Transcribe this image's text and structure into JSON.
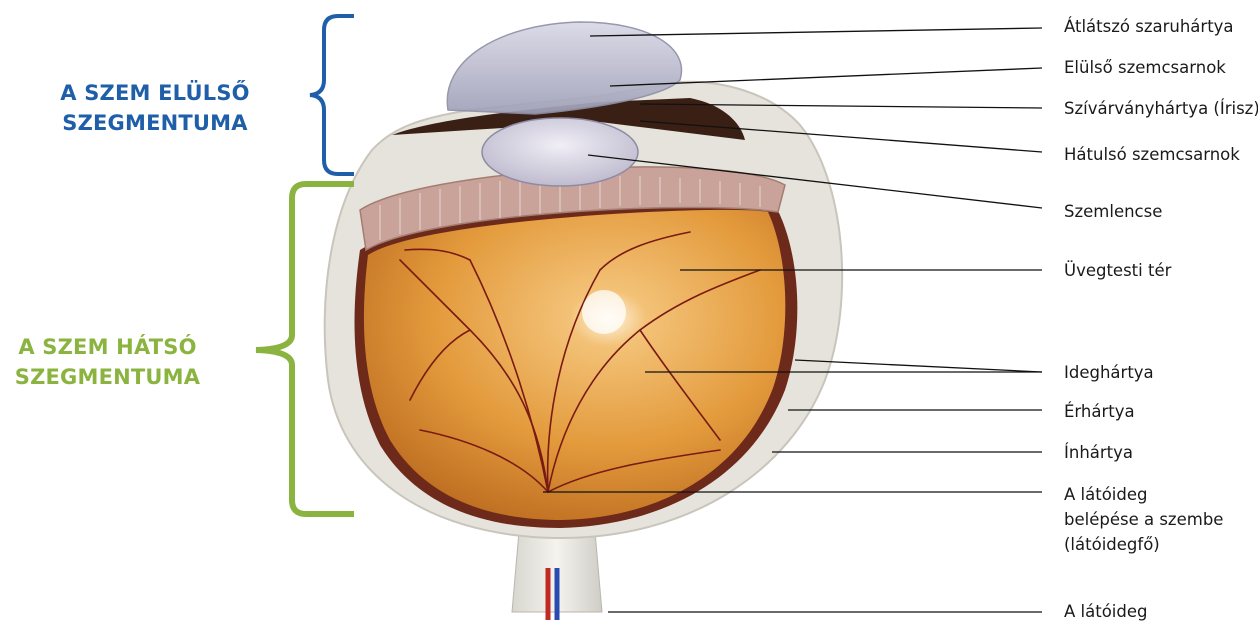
{
  "segments": {
    "anterior": {
      "line1": "A SZEM ELÜLSŐ",
      "line2": "SZEGMENTUMA",
      "color": "#1f5ea8"
    },
    "posterior": {
      "line1": "A SZEM HÁTSÓ",
      "line2": "SZEGMENTUMA",
      "color": "#8ab43f"
    }
  },
  "labels": [
    {
      "id": "cornea",
      "text": "Átlátszó szaruhártya"
    },
    {
      "id": "anterior-chamber",
      "text": "Elülső szemcsarnok"
    },
    {
      "id": "iris",
      "text": "Szívárványhártya (Írisz)"
    },
    {
      "id": "posterior-chamber",
      "text": "Hátulsó szemcsarnok"
    },
    {
      "id": "lens",
      "text": "Szemlencse"
    },
    {
      "id": "vitreous",
      "text": "Üvegtesti tér"
    },
    {
      "id": "retina",
      "text": "Ideghártya"
    },
    {
      "id": "choroid",
      "text": "Érhártya"
    },
    {
      "id": "sclera",
      "text": "Ínhártya"
    },
    {
      "id": "optic-disc",
      "line1": "A látóideg",
      "line2": "belépése a szembe",
      "line3": "(látóidegfő)"
    },
    {
      "id": "optic-nerve",
      "text": "A látóideg"
    }
  ],
  "colors": {
    "vitreous": "#d98b2a",
    "retina": "#c06a1c",
    "vessels": "#7a1a12",
    "sclera": "#e9e6df",
    "lens": "#c9c6d6"
  }
}
